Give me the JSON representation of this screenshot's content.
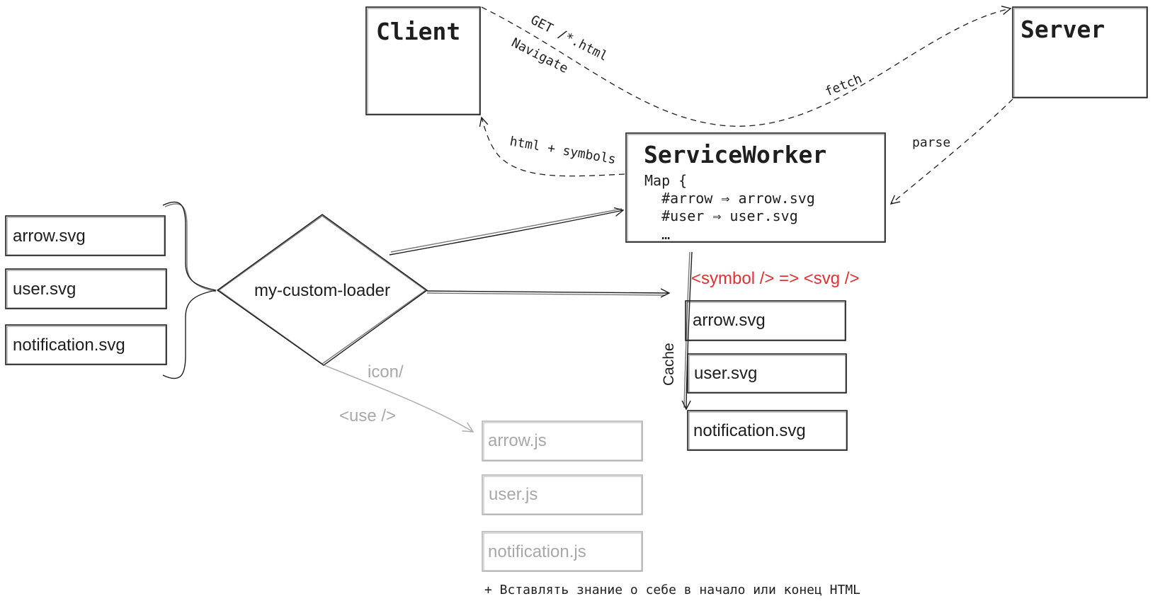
{
  "nodes": {
    "client": "Client",
    "server": "Server",
    "service_worker": "ServiceWorker",
    "loader": "my-custom-loader"
  },
  "service_worker_map": [
    "Map {",
    "  #arrow ⇒ arrow.svg",
    "  #user ⇒ user.svg",
    "  …"
  ],
  "edges": {
    "get": "GET /*.html",
    "navigate": "Navigate",
    "fetch": "fetch",
    "parse": "parse",
    "html_symbols": "html + symbols",
    "icon": "icon/",
    "use": "<use />",
    "symbol_to_svg": "<symbol /> => <svg />",
    "cache": "Cache"
  },
  "source_files": [
    "arrow.svg",
    "user.svg",
    "notification.svg"
  ],
  "cache_files": [
    "arrow.svg",
    "user.svg",
    "notification.svg"
  ],
  "js_files": [
    "arrow.js",
    "user.js",
    "notification.js"
  ],
  "footnote": "+ Вставлять знание о себе в начало или конец HTML",
  "colors": {
    "stroke": "#1e1e1e",
    "muted": "#a8a8a8",
    "accent": "#e03131",
    "background": "#ffffff"
  }
}
